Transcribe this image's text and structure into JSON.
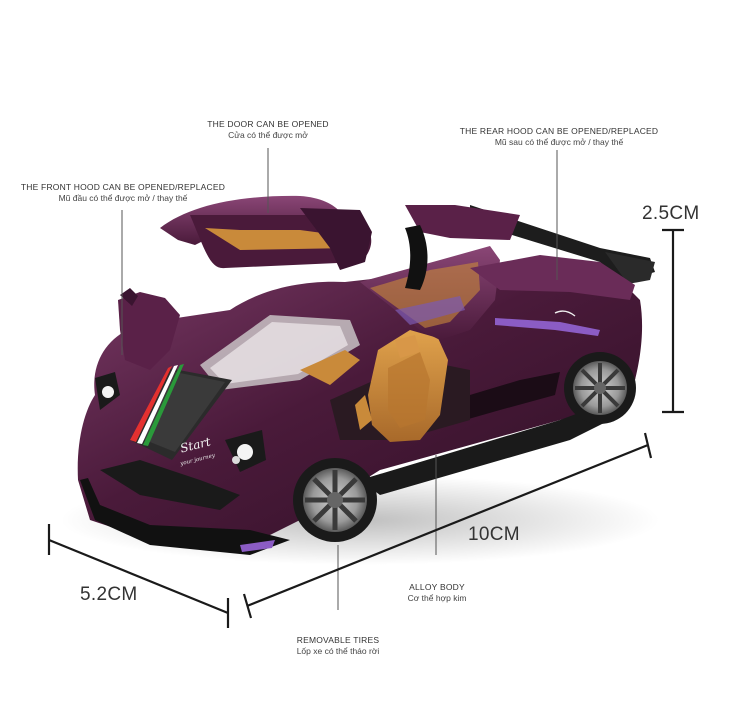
{
  "callouts": {
    "door": {
      "en": "THE DOOR CAN BE OPENED",
      "vi": "Cửa có thể được mở"
    },
    "rear_hood": {
      "en": "THE REAR HOOD CAN BE OPENED/REPLACED",
      "vi": "Mũ sau có thể được mở / thay thế"
    },
    "front_hood": {
      "en": "THE FRONT HOOD CAN BE OPENED/REPLACED",
      "vi": "Mũ đầu có thể được mở / thay thế"
    },
    "body": {
      "en": "ALLOY BODY",
      "vi": "Cơ thể hợp kim"
    },
    "tires": {
      "en": "REMOVABLE TIRES",
      "vi": "Lốp xe có thể tháo rời"
    }
  },
  "dimensions": {
    "height": "2.5CM",
    "length": "10CM",
    "width": "5.2CM"
  },
  "decals": {
    "hood_script": "Start",
    "hood_sub": "your journey"
  },
  "colors": {
    "body_purple": "#4a1a3a",
    "body_highlight": "#7a3a66",
    "interior_orange": "#c98a3a",
    "tire_black": "#1a1a1a",
    "rim_gray": "#9a9a9a"
  }
}
